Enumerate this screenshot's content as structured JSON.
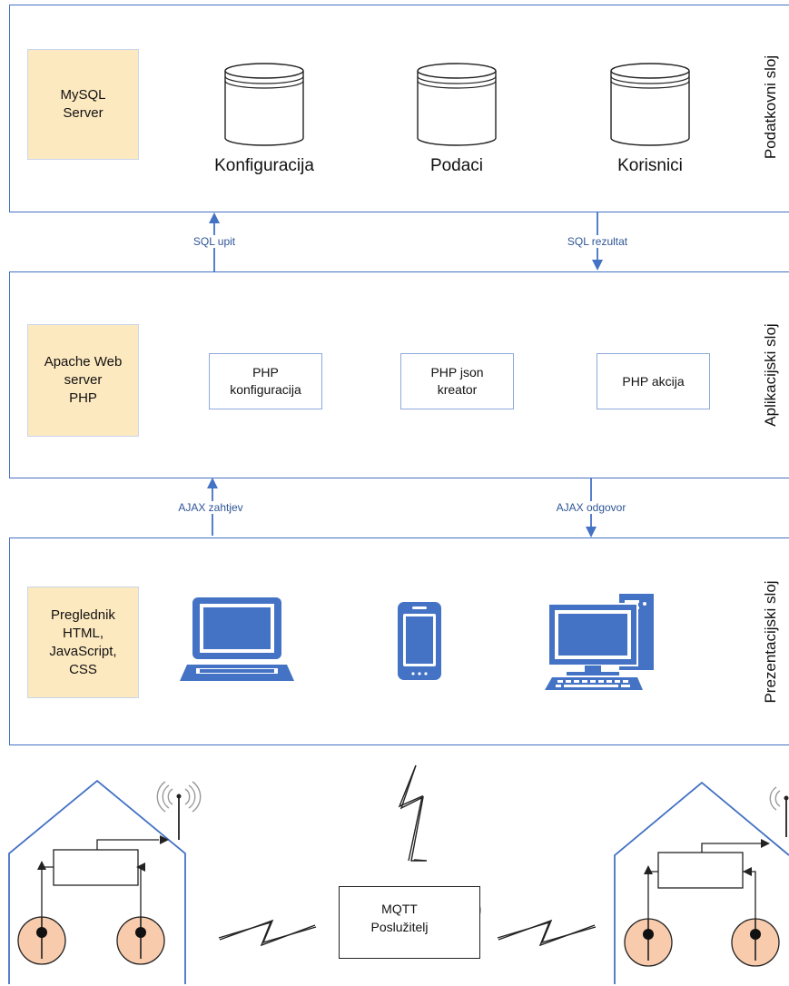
{
  "colors": {
    "layer_border": "#4472c4",
    "device_blue": "#4472c4",
    "server_box_fill": "#fde9c0",
    "sensor_fill": "#f8cbad",
    "connector": "#4472c4",
    "connector_label": "#2f5597"
  },
  "data_layer": {
    "title": "Podatkovni sloj",
    "server": "MySQL\nServer",
    "databases": [
      "Konfiguracija",
      "Podaci",
      "Korisnici"
    ]
  },
  "app_layer": {
    "title": "Aplikacijski sloj",
    "server": "Apache Web\nserver\nPHP",
    "modules": [
      "PHP\nkonfiguracija",
      "PHP json\nkreator",
      "PHP akcija"
    ]
  },
  "presentation_layer": {
    "title": "Prezentacijski sloj",
    "client": "Preglednik\nHTML,\nJavaScript,\nCSS",
    "devices": [
      "laptop-icon",
      "smartphone-icon",
      "desktop-computer-icon"
    ]
  },
  "connectors": {
    "sql_request": "SQL upit",
    "sql_result": "SQL rezultat",
    "ajax_request": "AJAX zahtjev",
    "ajax_response": "AJAX odgovor"
  },
  "iot": {
    "broker": "MQTT\nPoslužitelj",
    "icons": [
      "house-icon",
      "lightning-bolt-icon",
      "antenna-icon",
      "sensor-icon",
      "actuator-icon"
    ]
  }
}
